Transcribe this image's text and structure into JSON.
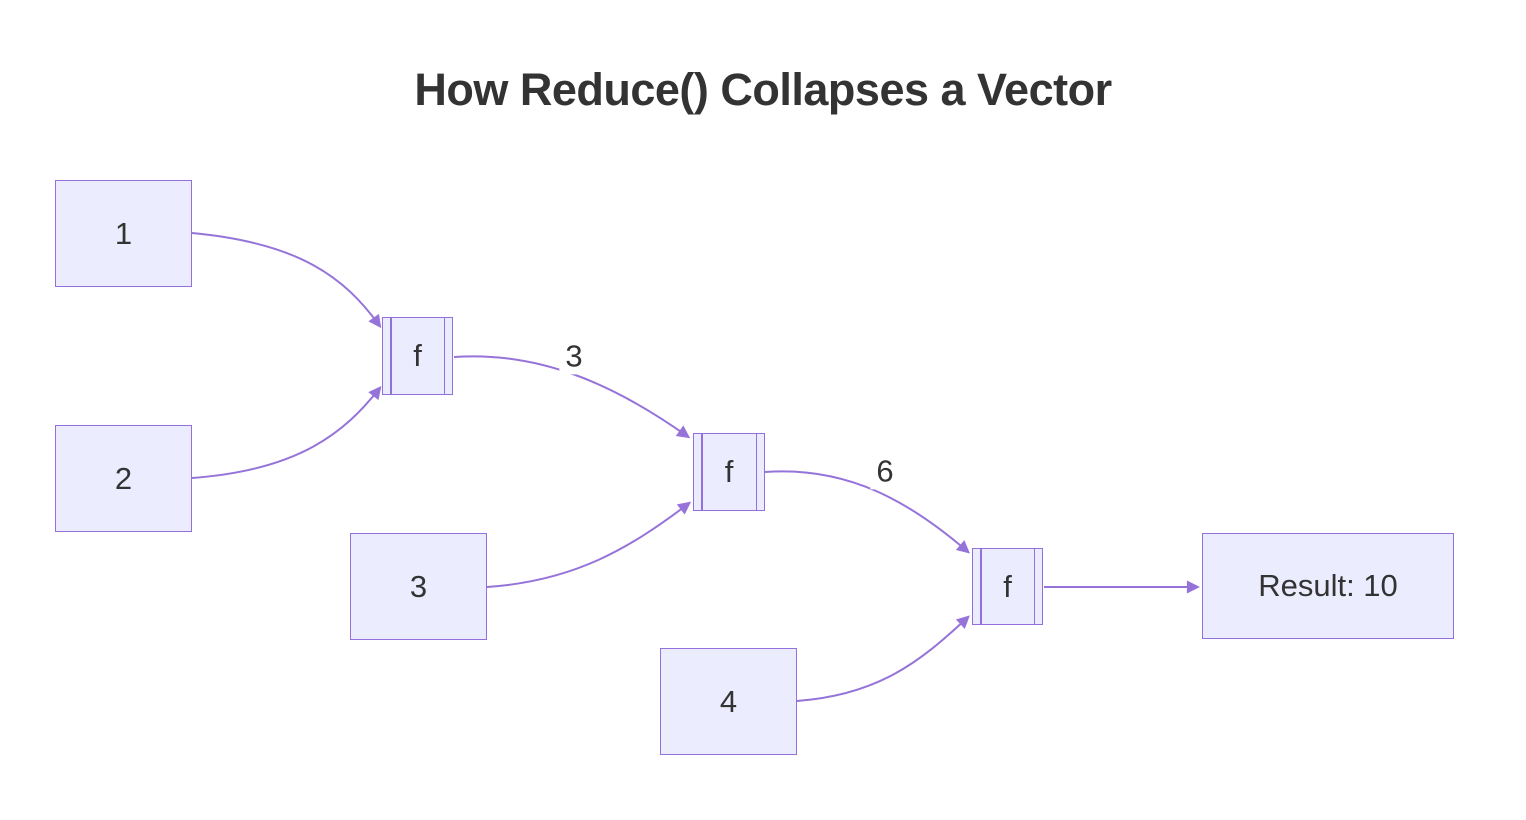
{
  "title": "How Reduce() Collapses a Vector",
  "colors": {
    "background": "#ffffff",
    "node_fill": "#ECECFF",
    "node_border": "#9370DB",
    "edge_stroke": "#9673D9",
    "text": "#333333"
  },
  "nodes": {
    "n1": {
      "label": "1",
      "shape": "rect"
    },
    "n2": {
      "label": "2",
      "shape": "rect"
    },
    "n3": {
      "label": "3",
      "shape": "rect"
    },
    "n4": {
      "label": "4",
      "shape": "rect"
    },
    "f1": {
      "label": "f",
      "shape": "subroutine"
    },
    "f2": {
      "label": "f",
      "shape": "subroutine"
    },
    "f3": {
      "label": "f",
      "shape": "subroutine"
    },
    "result": {
      "label": "Result: 10",
      "shape": "rect"
    }
  },
  "edges": {
    "e1": {
      "from": "n1",
      "to": "f1",
      "label": ""
    },
    "e2": {
      "from": "n2",
      "to": "f1",
      "label": ""
    },
    "e3": {
      "from": "f1",
      "to": "f2",
      "label": "3"
    },
    "e4": {
      "from": "n3",
      "to": "f2",
      "label": ""
    },
    "e5": {
      "from": "f2",
      "to": "f3",
      "label": "6"
    },
    "e6": {
      "from": "n4",
      "to": "f3",
      "label": ""
    },
    "e7": {
      "from": "f3",
      "to": "result",
      "label": ""
    }
  }
}
